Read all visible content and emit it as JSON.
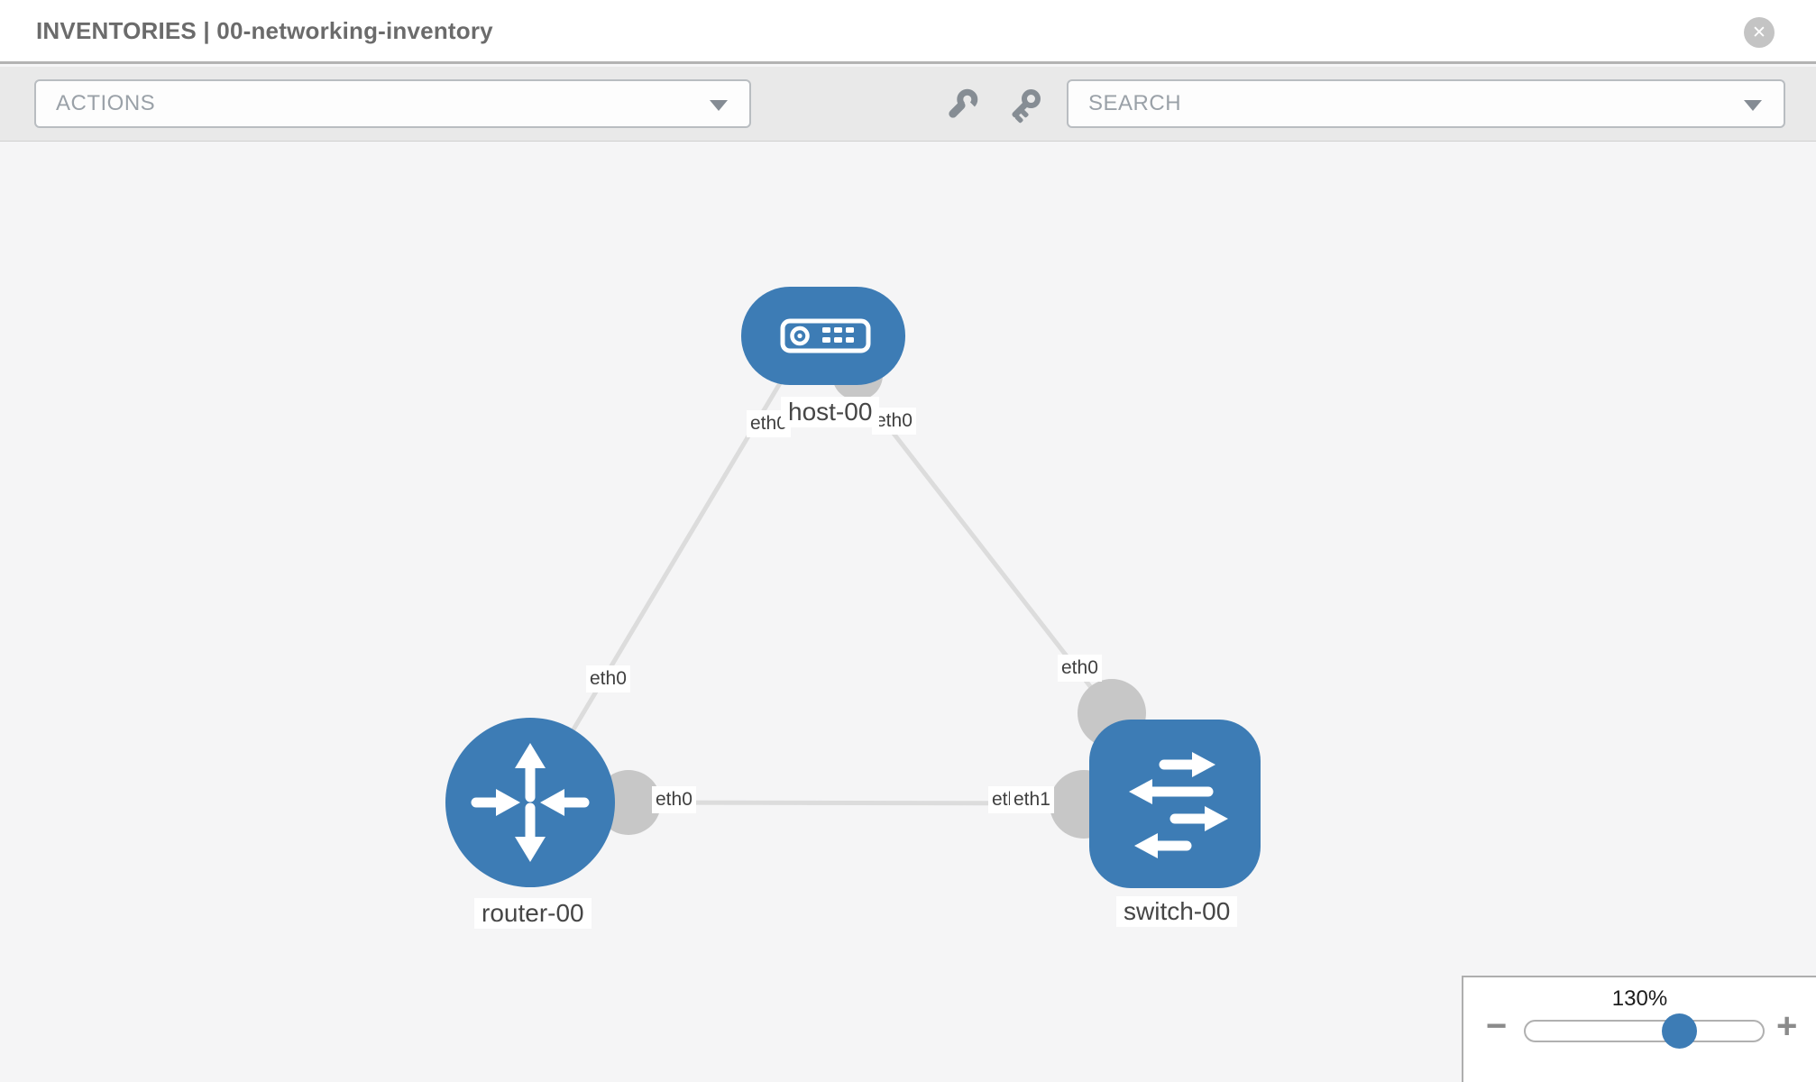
{
  "header": {
    "title": "INVENTORIES | 00-networking-inventory",
    "close_glyph": "✕"
  },
  "toolbar": {
    "actions_placeholder": "ACTIONS",
    "search_placeholder": "SEARCH",
    "icons": [
      "wrench-icon",
      "key-icon"
    ]
  },
  "diagram": {
    "nodes": [
      {
        "id": "host-00",
        "type": "host",
        "label": "host-00"
      },
      {
        "id": "router-00",
        "type": "router",
        "label": "router-00"
      },
      {
        "id": "switch-00",
        "type": "switch",
        "label": "switch-00"
      }
    ],
    "edges": [
      {
        "from": "host-00",
        "from_if": "eth0",
        "to": "router-00",
        "to_if": "eth0"
      },
      {
        "from": "host-00",
        "from_if": "eth0",
        "to": "switch-00",
        "to_if": "eth0"
      },
      {
        "from": "router-00",
        "from_if": "eth0",
        "to": "switch-00",
        "to_if": "eth1"
      }
    ],
    "port_labels": [
      {
        "edge": "host-router",
        "end": "host",
        "text": "eth0"
      },
      {
        "edge": "host-switch",
        "end": "host",
        "text": "eth0"
      },
      {
        "edge": "host-router",
        "end": "router",
        "text": "eth0"
      },
      {
        "edge": "host-switch",
        "end": "switch",
        "text": "eth0"
      },
      {
        "edge": "router-switch",
        "end": "router",
        "text": "eth0"
      },
      {
        "edge": "router-switch",
        "end": "switch-under",
        "text": "eth0"
      },
      {
        "edge": "router-switch",
        "end": "switch",
        "text": "eth1"
      }
    ]
  },
  "zoom": {
    "level": "130%",
    "minus_glyph": "−",
    "plus_glyph": "+"
  },
  "colors": {
    "node_blue": "#3d7cb5",
    "edge_gray": "#dcdcdc",
    "port_gray": "#c7c7c7",
    "toolbar_gray": "#e9e9e9"
  }
}
